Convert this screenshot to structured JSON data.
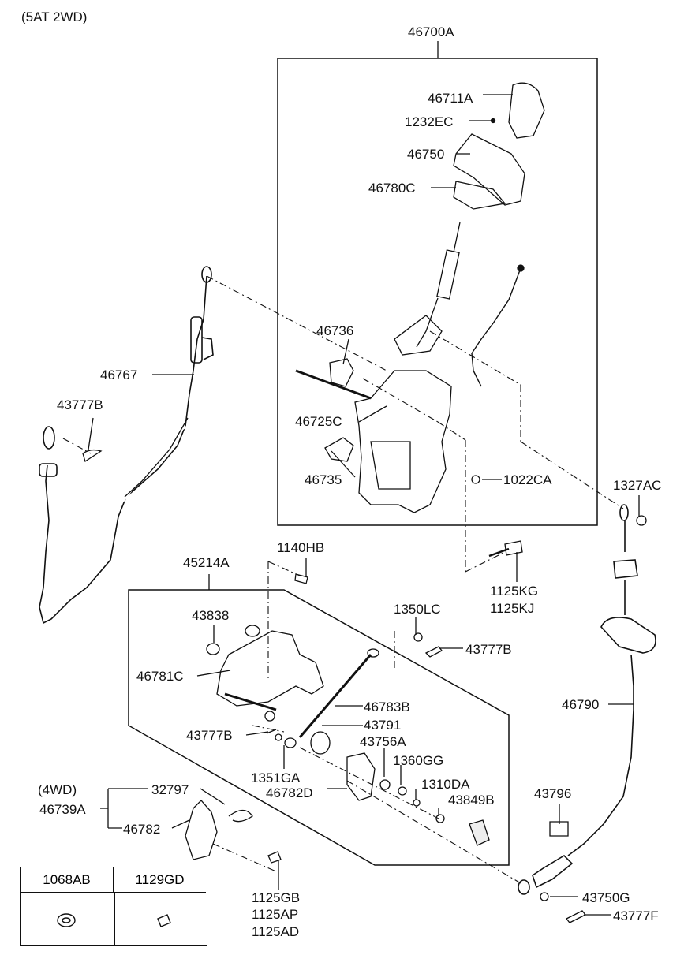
{
  "header": {
    "variant": "(5AT 2WD)"
  },
  "assembly": {
    "main": "46700A",
    "sub_box": "45214A"
  },
  "parts": {
    "p46711A": "46711A",
    "p1232EC": "1232EC",
    "p46750": "46750",
    "p46780C": "46780C",
    "p46736": "46736",
    "p46725C": "46725C",
    "p46735": "46735",
    "p1022CA": "1022CA",
    "p1327AC": "1327AC",
    "p46767": "46767",
    "p43777B_left": "43777B",
    "p1140HB": "1140HB",
    "p1125KG": "1125KG",
    "p1125KJ": "1125KJ",
    "p43838": "43838",
    "p46781C": "46781C",
    "p1350LC": "1350LC",
    "p43777B_right": "43777B",
    "p46783B": "46783B",
    "p43791": "43791",
    "p43777B_mid": "43777B",
    "p43756A": "43756A",
    "p1360GG": "1360GG",
    "p1351GA": "1351GA",
    "p46782D": "46782D",
    "p1310DA": "1310DA",
    "p43849B": "43849B",
    "p46790": "46790",
    "p43796": "43796",
    "p4wd": "(4WD)",
    "p32797": "32797",
    "p46739A": "46739A",
    "p46782": "46782",
    "p1125GB": "1125GB",
    "p1125AP": "1125AP",
    "p1125AD": "1125AD",
    "p43750G": "43750G",
    "p43777F": "43777F"
  },
  "legend": {
    "col1": "1068AB",
    "col2": "1129GD"
  }
}
